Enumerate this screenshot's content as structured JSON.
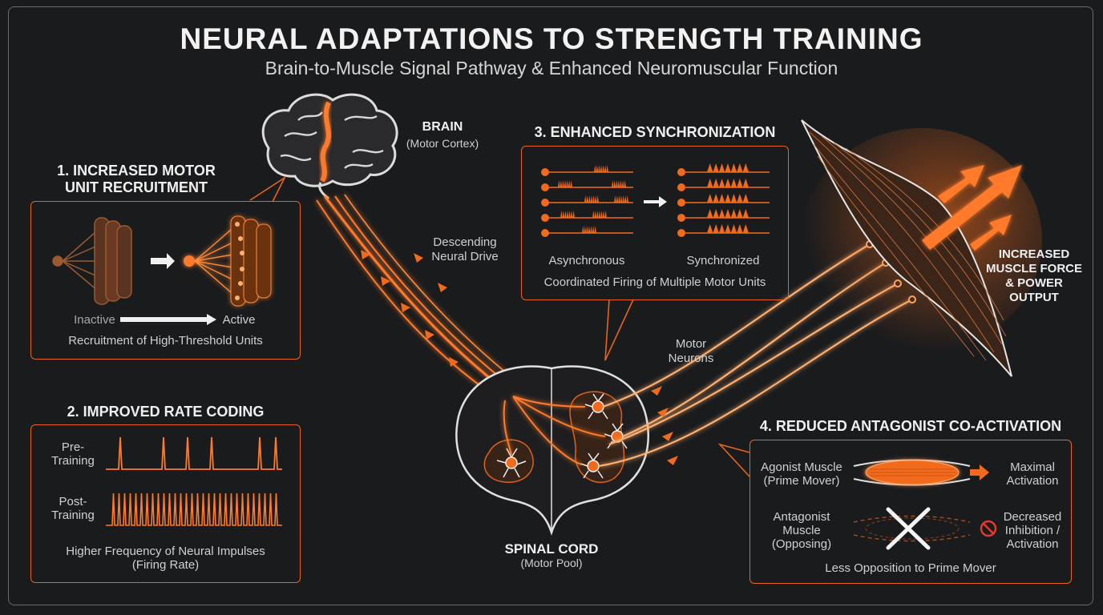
{
  "header": {
    "title": "NEURAL ADAPTATIONS TO STRENGTH TRAINING",
    "subtitle": "Brain-to-Muscle Signal Pathway & Enhanced Neuromuscular Function"
  },
  "brain": {
    "label": "BRAIN",
    "sublabel": "(Motor Cortex)"
  },
  "descending": {
    "line1": "Descending",
    "line2": "Neural Drive"
  },
  "spinal": {
    "label": "SPINAL CORD",
    "sublabel": "(Motor Pool)"
  },
  "motor_neurons": {
    "line1": "Motor",
    "line2": "Neurons"
  },
  "output": {
    "line1": "INCREASED",
    "line2": "MUSCLE FORCE",
    "line3": "& POWER",
    "line4": "OUTPUT"
  },
  "panel1": {
    "title1": "1. INCREASED MOTOR",
    "title2": "UNIT RECRUITMENT",
    "inactive": "Inactive",
    "active": "Active",
    "caption": "Recruitment of High-Threshold Units"
  },
  "panel2": {
    "title": "2. IMPROVED RATE CODING",
    "pre1": "Pre-",
    "pre2": "Training",
    "post1": "Post-",
    "post2": "Training",
    "caption1": "Higher Frequency of Neural Impulses",
    "caption2": "(Firing Rate)"
  },
  "panel3": {
    "title": "3. ENHANCED SYNCHRONIZATION",
    "async": "Asynchronous",
    "sync": "Synchronized",
    "caption": "Coordinated Firing of Multiple Motor Units"
  },
  "panel4": {
    "title": "4. REDUCED ANTAGONIST CO-ACTIVATION",
    "agonist1": "Agonist Muscle",
    "agonist2": "(Prime Mover)",
    "maximal1": "Maximal",
    "maximal2": "Activation",
    "antag1": "Antagonist",
    "antag2": "Muscle",
    "antag3": "(Opposing)",
    "decreased1": "Decreased",
    "decreased2": "Inhibition /",
    "decreased3": "Activation",
    "caption": "Less Opposition to Prime Mover"
  },
  "colors": {
    "accent": "#f26a1b",
    "background": "#1a1b1d",
    "border": "#6a6a6a"
  },
  "icons": [
    "brain-icon",
    "spinal-cord-icon",
    "neuron-icon",
    "muscle-icon",
    "no-symbol-icon",
    "cross-icon"
  ]
}
